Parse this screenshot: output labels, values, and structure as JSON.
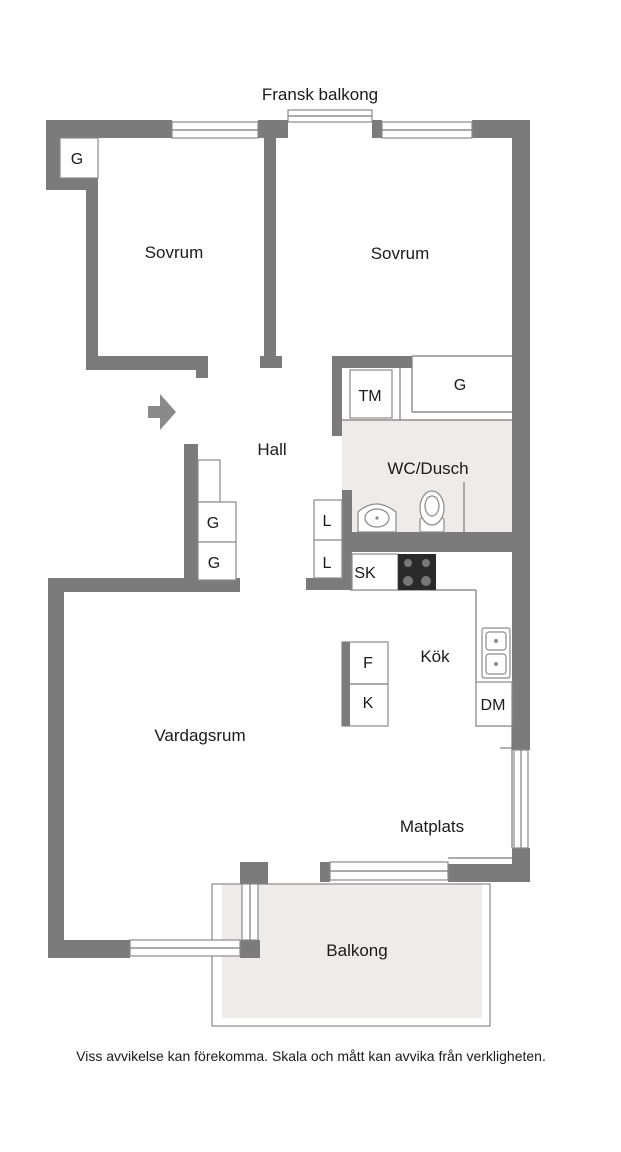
{
  "labels": {
    "fransk_balkong": "Fransk balkong",
    "sovrum_left": "Sovrum",
    "sovrum_right": "Sovrum",
    "hall": "Hall",
    "wc_dusch": "WC/Dusch",
    "kok": "Kök",
    "vardagsrum": "Vardagsrum",
    "matplats": "Matplats",
    "balkong": "Balkong"
  },
  "fixtures": {
    "g_corner": "G",
    "g_bedroom_right": "G",
    "tm": "TM",
    "g_hall_upper": "G",
    "g_hall_lower": "G",
    "l_upper": "L",
    "l_lower": "L",
    "sk": "SK",
    "f": "F",
    "k": "K",
    "dm": "DM"
  },
  "disclaimer": "Viss avvikelse kan förekomma. Skala och mått kan avvika från verkligheten.",
  "colors": {
    "wall": "#7b7b7b",
    "wet_room_fill": "#efebe8",
    "balcony_fill": "#efebe8",
    "entry_arrow": "#8a8a8a"
  }
}
